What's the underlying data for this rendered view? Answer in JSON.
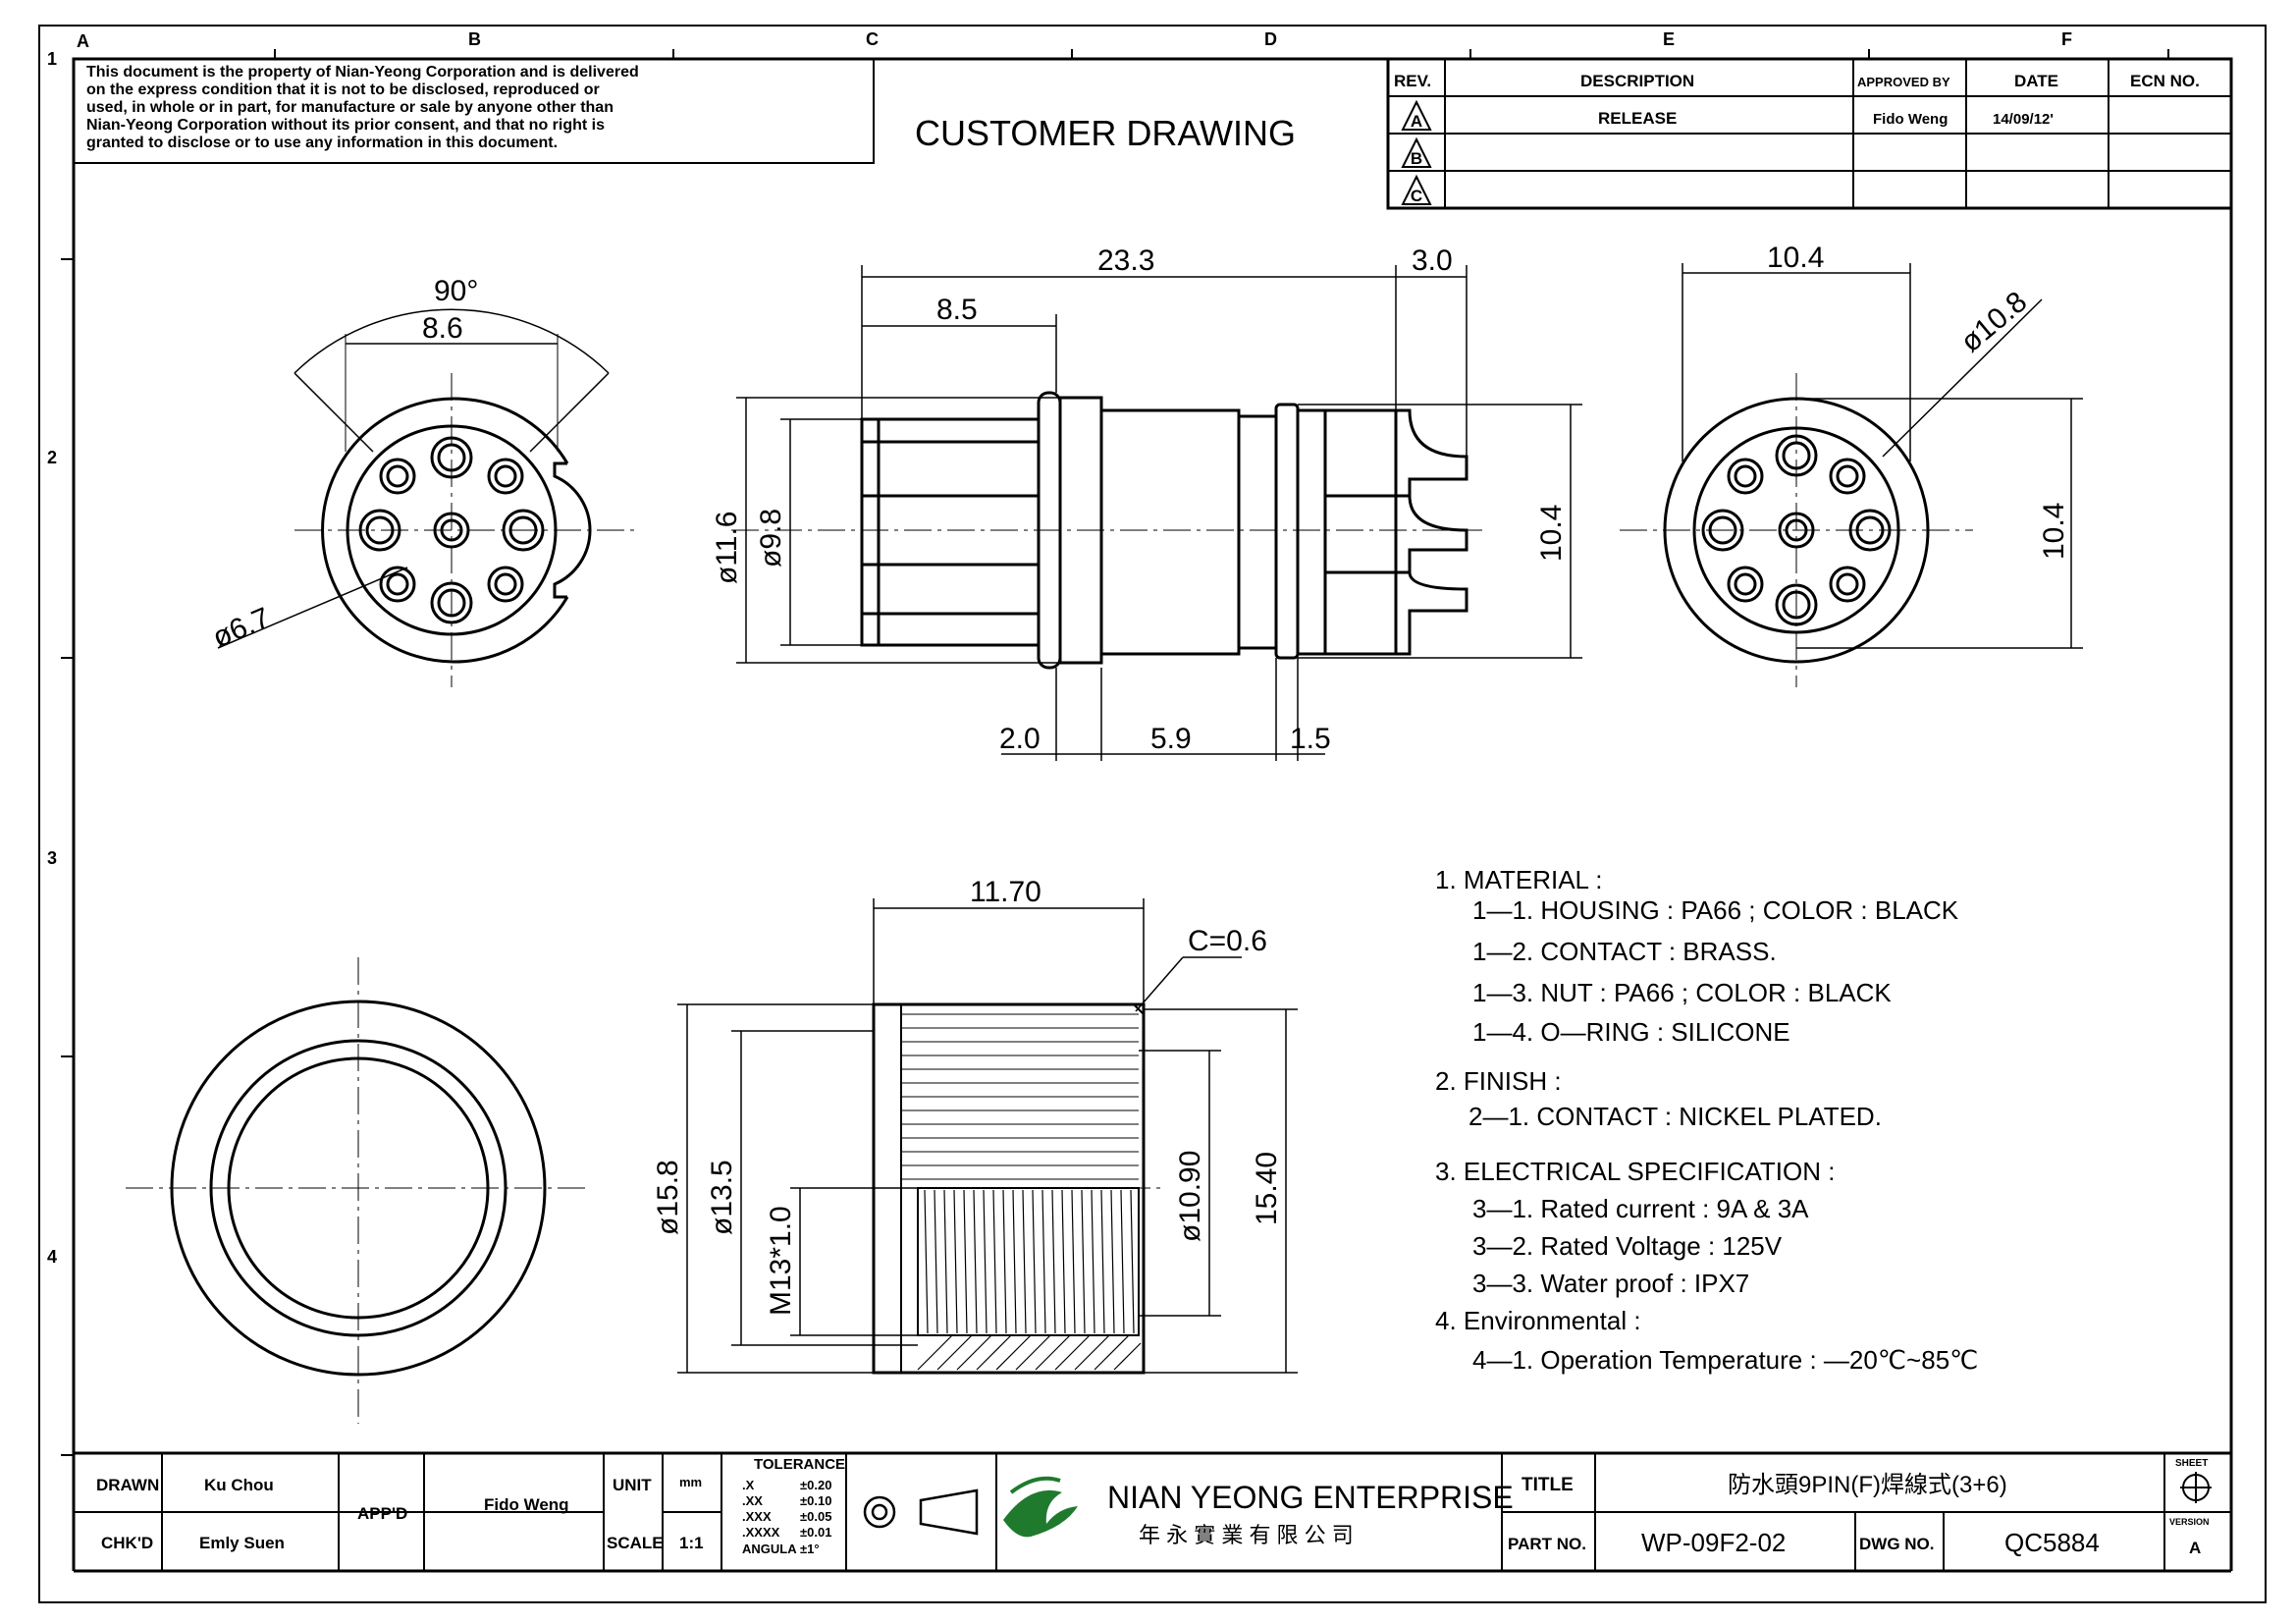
{
  "notice": {
    "lines": [
      "This document is the property of Nian-Yeong Corporation and is delivered",
      "on  the  express condition that it is not to be disclosed, reproduced or",
      "used, in whole or in part, for manufacture or sale by anyone other than",
      "Nian-Yeong Corporation without  its prior consent, and that  no right  is",
      "granted to disclose or to use any information in this  document."
    ]
  },
  "header": {
    "title": "CUSTOMER  DRAWING"
  },
  "grid": {
    "columns": [
      "A",
      "B",
      "C",
      "D",
      "E",
      "F"
    ],
    "rows": [
      "1",
      "2",
      "3",
      "4"
    ]
  },
  "revision_table": {
    "headers": {
      "rev": "REV.",
      "description": "DESCRIPTION",
      "approved": "APPROVED BY",
      "date": "DATE",
      "ecn": "ECN NO."
    },
    "rows": [
      {
        "rev": "A",
        "description": "RELEASE",
        "approved": "Fido Weng",
        "date": "14/09/12'",
        "ecn": ""
      },
      {
        "rev": "B",
        "description": "",
        "approved": "",
        "date": "",
        "ecn": ""
      },
      {
        "rev": "C",
        "description": "",
        "approved": "",
        "date": "",
        "ecn": ""
      }
    ]
  },
  "dimensions": {
    "front_angle": "90°",
    "front_width": "8.6",
    "front_diameter": "ø6.7",
    "side_overall": "23.3",
    "side_pins": "3.0",
    "side_front": "8.5",
    "side_dia_outer": "ø11.6",
    "side_dia_inner": "ø9.8",
    "side_height": "10.4",
    "side_a": "2.0",
    "side_b": "5.9",
    "side_c": "1.5",
    "rear_width": "10.4",
    "rear_diameter": "ø10.8",
    "rear_height": "10.4",
    "nut_length": "11.70",
    "nut_chamfer": "C=0.6",
    "nut_outer": "ø15.8",
    "nut_mid": "ø13.5",
    "nut_thread": "M13*1.0",
    "nut_inner": "ø10.90",
    "nut_height": "15.40"
  },
  "specifications": [
    "1.  MATERIAL :",
    "1—1.  HOUSING  :  PA66  ;  COLOR  :  BLACK",
    "1—2.  CONTACT  :  BRASS.",
    "1—3.  NUT  :  PA66  ;  COLOR  :  BLACK",
    "1—4.  O—RING  :  SILICONE",
    "2.  FINISH  :",
    "2—1.  CONTACT  :  NICKEL  PLATED.",
    "3.  ELECTRICAL  SPECIFICATION  :",
    "3—1.  Rated  current  :  9A    &  3A",
    "3—2.  Rated  Voltage  :  125V",
    "3—3.  Water  proof  :  IPX7",
    "4.  Environmental  :",
    "4—1.  Operation  Temperature  :  —20℃~85℃"
  ],
  "title_block": {
    "drawn_label": "DRAWN",
    "drawn": "Ku Chou",
    "chkd_label": "CHK'D",
    "chkd": "Emly Suen",
    "appd_label": "APP'D",
    "appd": "Fido Weng",
    "unit_label": "UNIT",
    "unit": "mm",
    "scale_label": "SCALE",
    "scale": "1:1",
    "tolerance_label": "TOLERANCE",
    "tolerances": [
      {
        "k": ".X",
        "v": "±0.20"
      },
      {
        "k": ".XX",
        "v": "±0.10"
      },
      {
        "k": ".XXX",
        "v": "±0.05"
      },
      {
        "k": ".XXXX",
        "v": "±0.01"
      },
      {
        "k": "ANGULA",
        "v": "±1°"
      }
    ],
    "company_en": "NIAN YEONG ENTERPRISE",
    "company_zh": "年 永 實 業 有 限 公 司",
    "title_label": "TITLE",
    "title": "防水頭9PIN(F)焊線式(3+6)",
    "part_label": "PART NO.",
    "part_no": "WP-09F2-02",
    "dwg_label": "DWG NO.",
    "dwg_no": "QC5884",
    "sheet_label": "SHEET",
    "version_label": "VERSION",
    "version": "A"
  },
  "colors": {
    "line": "#000000",
    "logo": "#1f7a2e",
    "paper": "#ffffff"
  }
}
